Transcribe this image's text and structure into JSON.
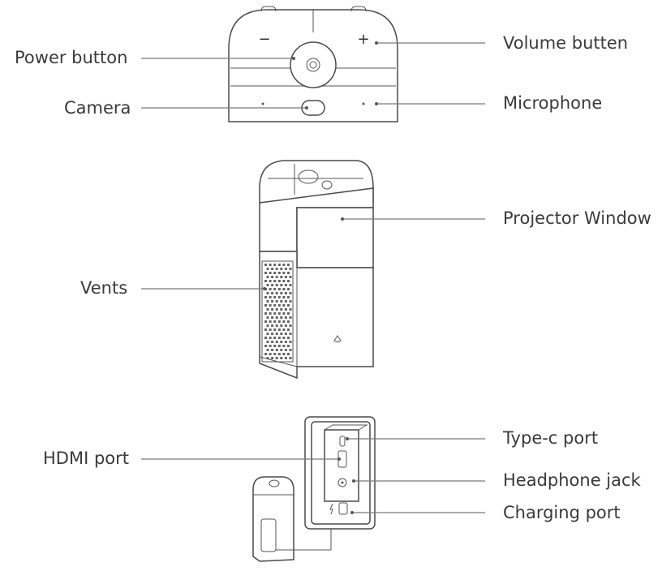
{
  "labels": {
    "power_button": "Power button",
    "camera": "Camera",
    "volume_button": "Volume butten",
    "microphone": "Microphone",
    "projector_window": "Projector Window",
    "vents": "Vents",
    "hdmi_port": "HDMI port",
    "typec_port": "Type-c port",
    "headphone_jack": "Headphone jack",
    "charging_port": "Charging port"
  },
  "symbols": {
    "minus": "−",
    "plus": "+"
  }
}
